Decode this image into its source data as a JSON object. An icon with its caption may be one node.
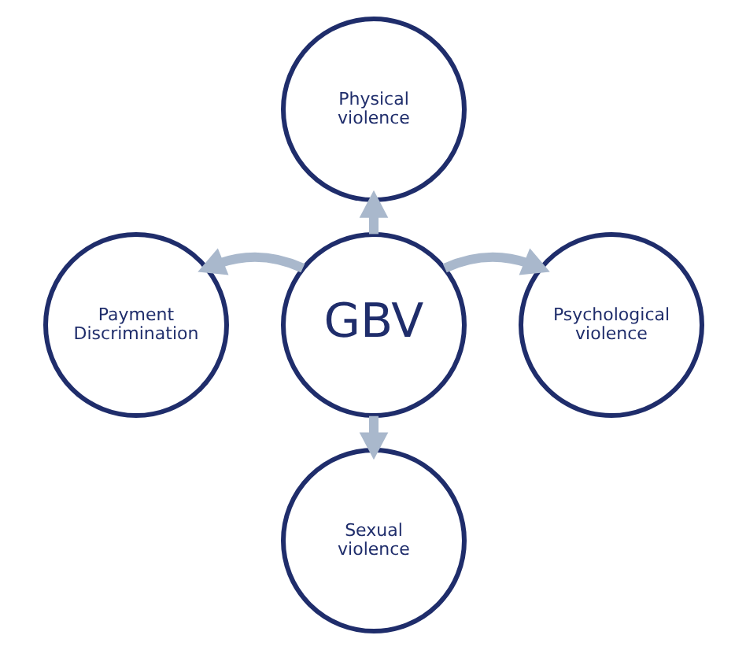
{
  "diagram": {
    "nodes": [
      {
        "text": [
          "Physical violence"
        ]
      },
      {
        "text": [
          "Payment Discrimination"
        ]
      },
      {
        "text": [
          "GBV"
        ]
      },
      {
        "text": [
          "Psychological violence"
        ]
      },
      {
        "text": [
          "Sexual violence"
        ]
      }
    ],
    "edges": [
      {
        "from": 2,
        "to": 0,
        "arrow": "to"
      },
      {
        "from": 2,
        "to": 1,
        "arrow": "to"
      },
      {
        "from": 2,
        "to": 3,
        "arrow": "to"
      },
      {
        "from": 2,
        "to": 4,
        "arrow": "to"
      }
    ]
  }
}
